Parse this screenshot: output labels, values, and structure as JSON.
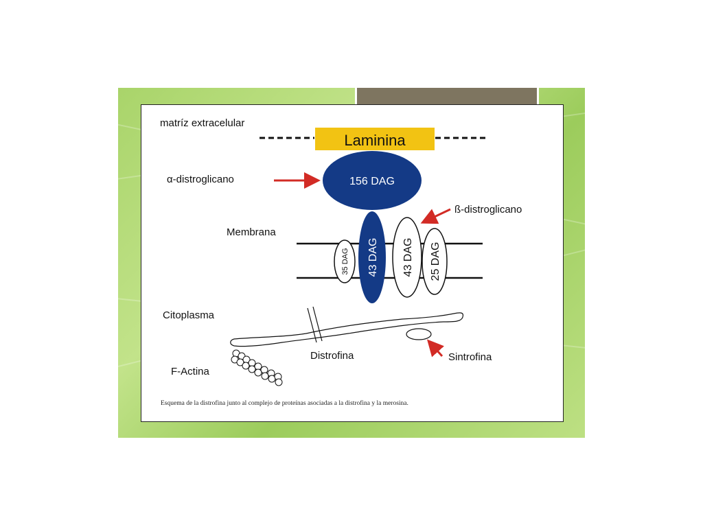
{
  "diagram": {
    "labels": {
      "extracellular_matrix": "matríz extracelular",
      "laminin": "Laminina",
      "alpha_dystroglycan": "α-distroglicano",
      "dag156": "156 DAG",
      "beta_dystroglycan": "ß-distroglicano",
      "membrane": "Membrana",
      "dag35": "35 DAG",
      "dag43_blue": "43 DAG",
      "dag43_white": "43 DAG",
      "dag25": "25 DAG",
      "cytoplasm": "Citoplasma",
      "dystrophin": "Distrofina",
      "syntrophin": "Sintrofina",
      "f_actin": "F-Actina"
    },
    "caption": "Esquema de la distrofina junto al complejo de proteínas asociadas a la distrofina y la merosina.",
    "colors": {
      "dark_blue": "#143a86",
      "laminin_yellow": "#f2c313",
      "arrow_red": "#d22b25",
      "slide_green": "#a9d46a",
      "tab_brown": "#7e7560"
    }
  }
}
